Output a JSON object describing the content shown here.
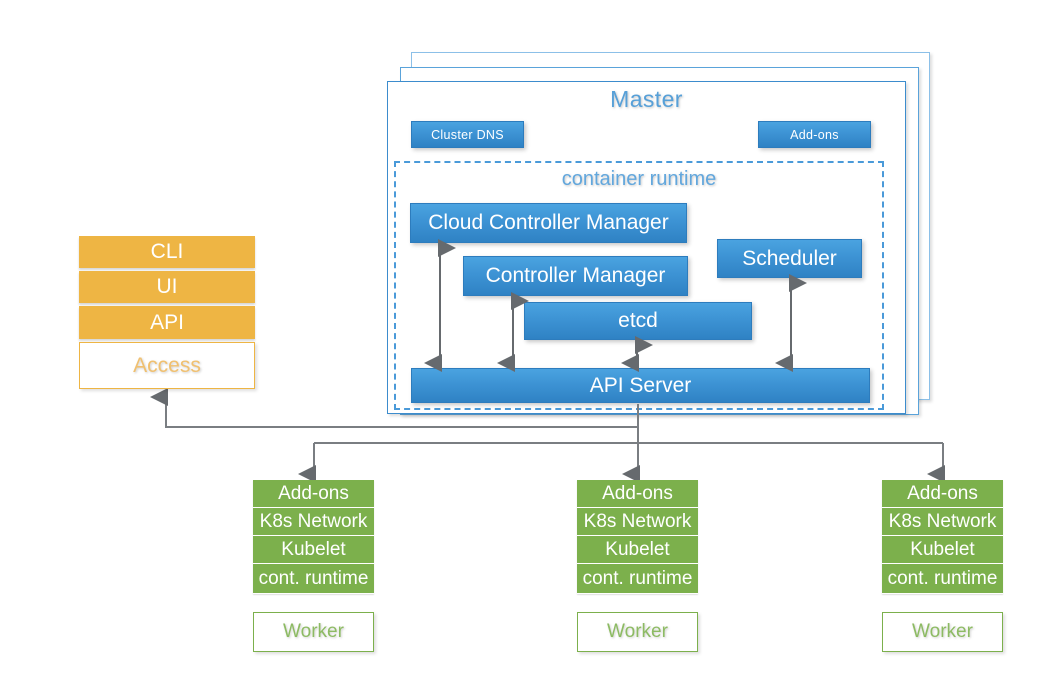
{
  "diagram": {
    "title_master": "Master",
    "title_runtime": "container runtime",
    "master": {
      "top_boxes": [
        {
          "label": "Cluster DNS",
          "name": "cluster-dns"
        },
        {
          "label": "Add-ons",
          "name": "master-add-ons"
        }
      ],
      "runtime_components": [
        {
          "label": "Cloud Controller Manager",
          "name": "cloud-controller-manager"
        },
        {
          "label": "Controller Manager",
          "name": "controller-manager"
        },
        {
          "label": "Scheduler",
          "name": "scheduler"
        },
        {
          "label": "etcd",
          "name": "etcd"
        },
        {
          "label": "API Server",
          "name": "api-server"
        }
      ]
    },
    "access": {
      "layers": [
        {
          "label": "CLI",
          "name": "cli"
        },
        {
          "label": "UI",
          "name": "ui"
        },
        {
          "label": "API",
          "name": "api"
        }
      ],
      "footer_label": "Access"
    },
    "workers": [
      {
        "name": "worker-1",
        "layers": [
          "Add-ons",
          "K8s Network",
          "Kubelet",
          "cont. runtime"
        ],
        "footer_label": "Worker"
      },
      {
        "name": "worker-2",
        "layers": [
          "Add-ons",
          "K8s Network",
          "Kubelet",
          "cont. runtime"
        ],
        "footer_label": "Worker"
      },
      {
        "name": "worker-3",
        "layers": [
          "Add-ons",
          "K8s Network",
          "Kubelet",
          "cont. runtime"
        ],
        "footer_label": "Worker"
      }
    ],
    "colors": {
      "master_blue": "#3d93d4",
      "master_title_blue": "#57a0d8",
      "runtime_dash_blue": "#4a9ad9",
      "access_orange": "#eeb544",
      "access_label_orange": "#f0c070",
      "worker_green": "#7cb04c",
      "worker_label_green": "#8dbb63",
      "connector_gray": "#6e7276",
      "background": "#ffffff"
    }
  }
}
